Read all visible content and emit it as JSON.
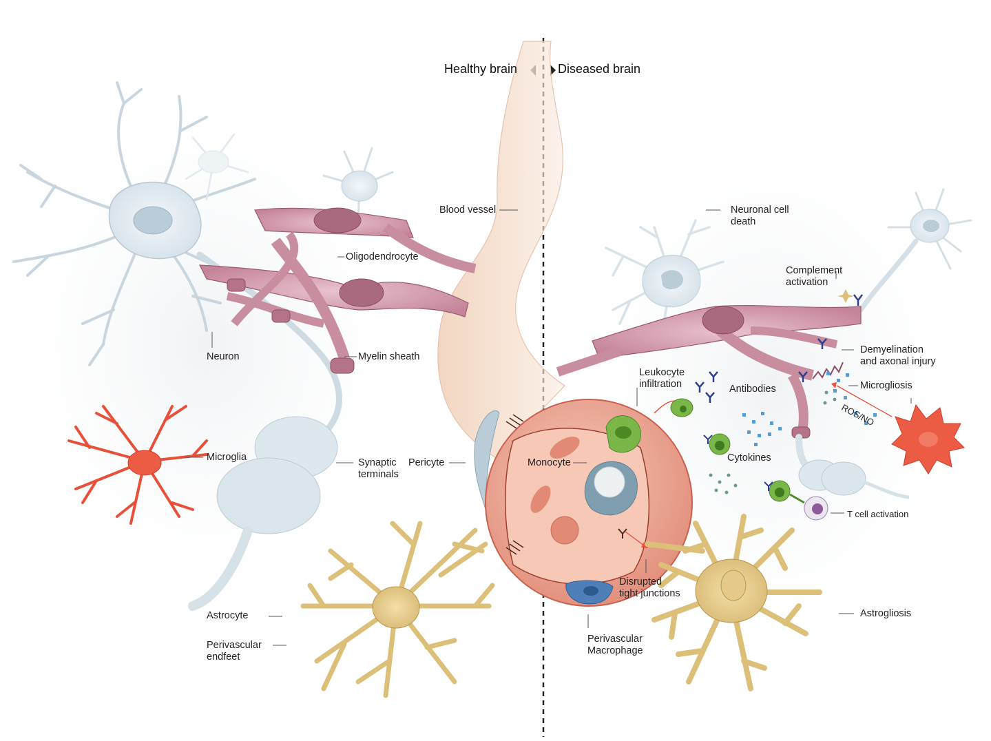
{
  "header": {
    "left": "Healthy brain",
    "right": "Diseased brain"
  },
  "labels": {
    "blood_vessel": "Blood vessel",
    "oligodendrocyte": "Oligodendrocyte",
    "neuron": "Neuron",
    "myelin_sheath": "Myelin sheath",
    "microglia": "Microglia",
    "synaptic_terminals": [
      "Synaptic",
      "terminals"
    ],
    "pericyte": "Pericyte",
    "monocyte": "Monocyte",
    "astrocyte": "Astrocyte",
    "perivascular_endfeet": [
      "Perivascular",
      "endfeet"
    ],
    "neuronal_cell_death": [
      "Neuronal cell",
      "death"
    ],
    "complement_activation": [
      "Complement",
      "activation"
    ],
    "demyelination": [
      "Demyelination",
      "and axonal injury"
    ],
    "leukocyte_infiltration": [
      "Leukocyte",
      "infiltration"
    ],
    "antibodies": "Antibodies",
    "microgliosis": "Microgliosis",
    "ros_no": "ROS/NO",
    "cytokines": "Cytokines",
    "t_cell_activation": "T cell activation",
    "disrupted_tight_junctions": [
      "Disrupted",
      "tight junctions"
    ],
    "perivascular_macrophage": [
      "Perivascular",
      "Macrophage"
    ],
    "astrogliosis": "Astrogliosis"
  },
  "colors": {
    "neuron": "#dde7ee",
    "neuron_outline": "#aebfcc",
    "oligodendrocyte": "#c98da0",
    "oligodendrocyte_outline": "#8e4d62",
    "microglia": "#e8503a",
    "astrocyte": "#dcc07a",
    "astrocyte_outline": "#b8954a",
    "vessel": "#f3d9c6",
    "vessel_wall": "#e9917f",
    "leukocyte": "#7ab648",
    "antibody": "#2e3f8f",
    "cytokine": "#5b9bd5",
    "macrophage": "#4f7fb8"
  }
}
